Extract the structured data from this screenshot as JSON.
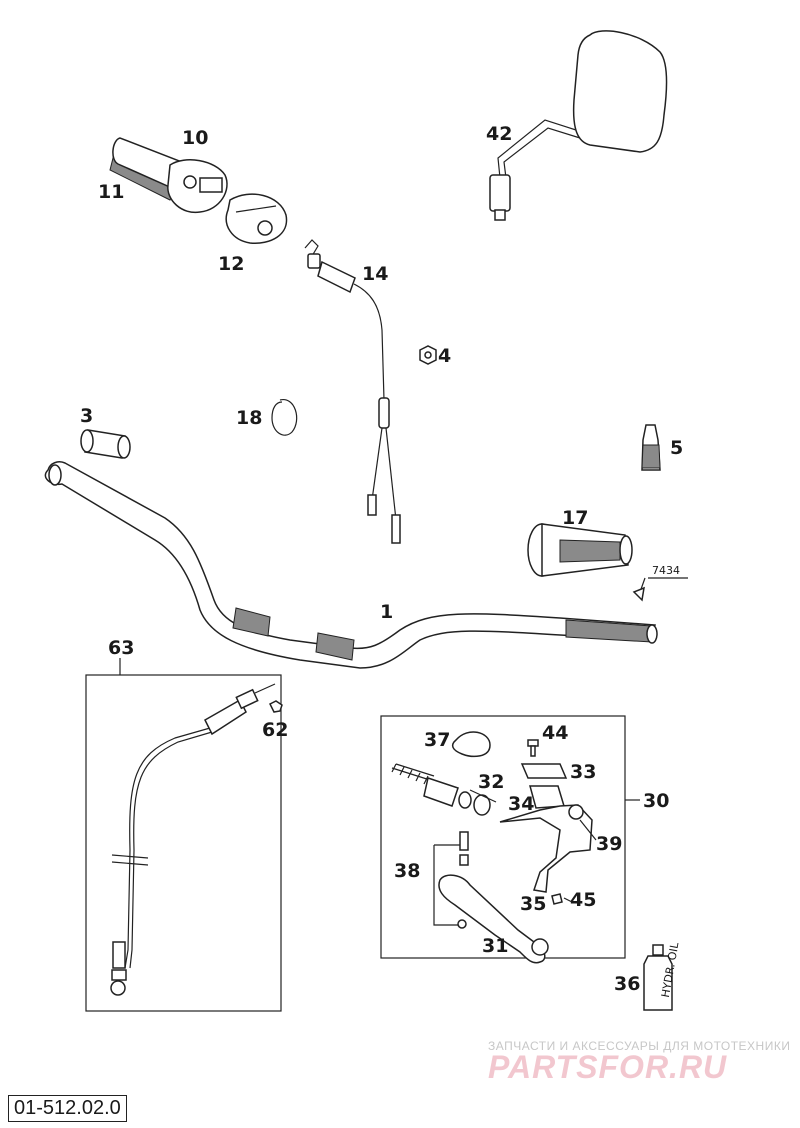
{
  "drawing_number": "01-512.02.0",
  "watermark": {
    "tagline": "ЗАПЧАСТИ И АКСЕССУАРЫ ДЛЯ МОТОТЕХНИКИ",
    "brand": "PARTSFOR.RU"
  },
  "callouts": {
    "c1": "1",
    "c3": "3",
    "c4": "4",
    "c5": "5",
    "c10": "10",
    "c11": "11",
    "c12": "12",
    "c14": "14",
    "c17": "17",
    "c18": "18",
    "c30": "30",
    "c31": "31",
    "c32": "32",
    "c33": "33",
    "c34": "34",
    "c35": "35",
    "c36": "36",
    "c37": "37",
    "c38": "38",
    "c39": "39",
    "c42": "42",
    "c44": "44",
    "c45": "45",
    "c62": "62",
    "c63": "63",
    "c7434": "7434"
  },
  "bottle_label": "HYDR. OIL"
}
